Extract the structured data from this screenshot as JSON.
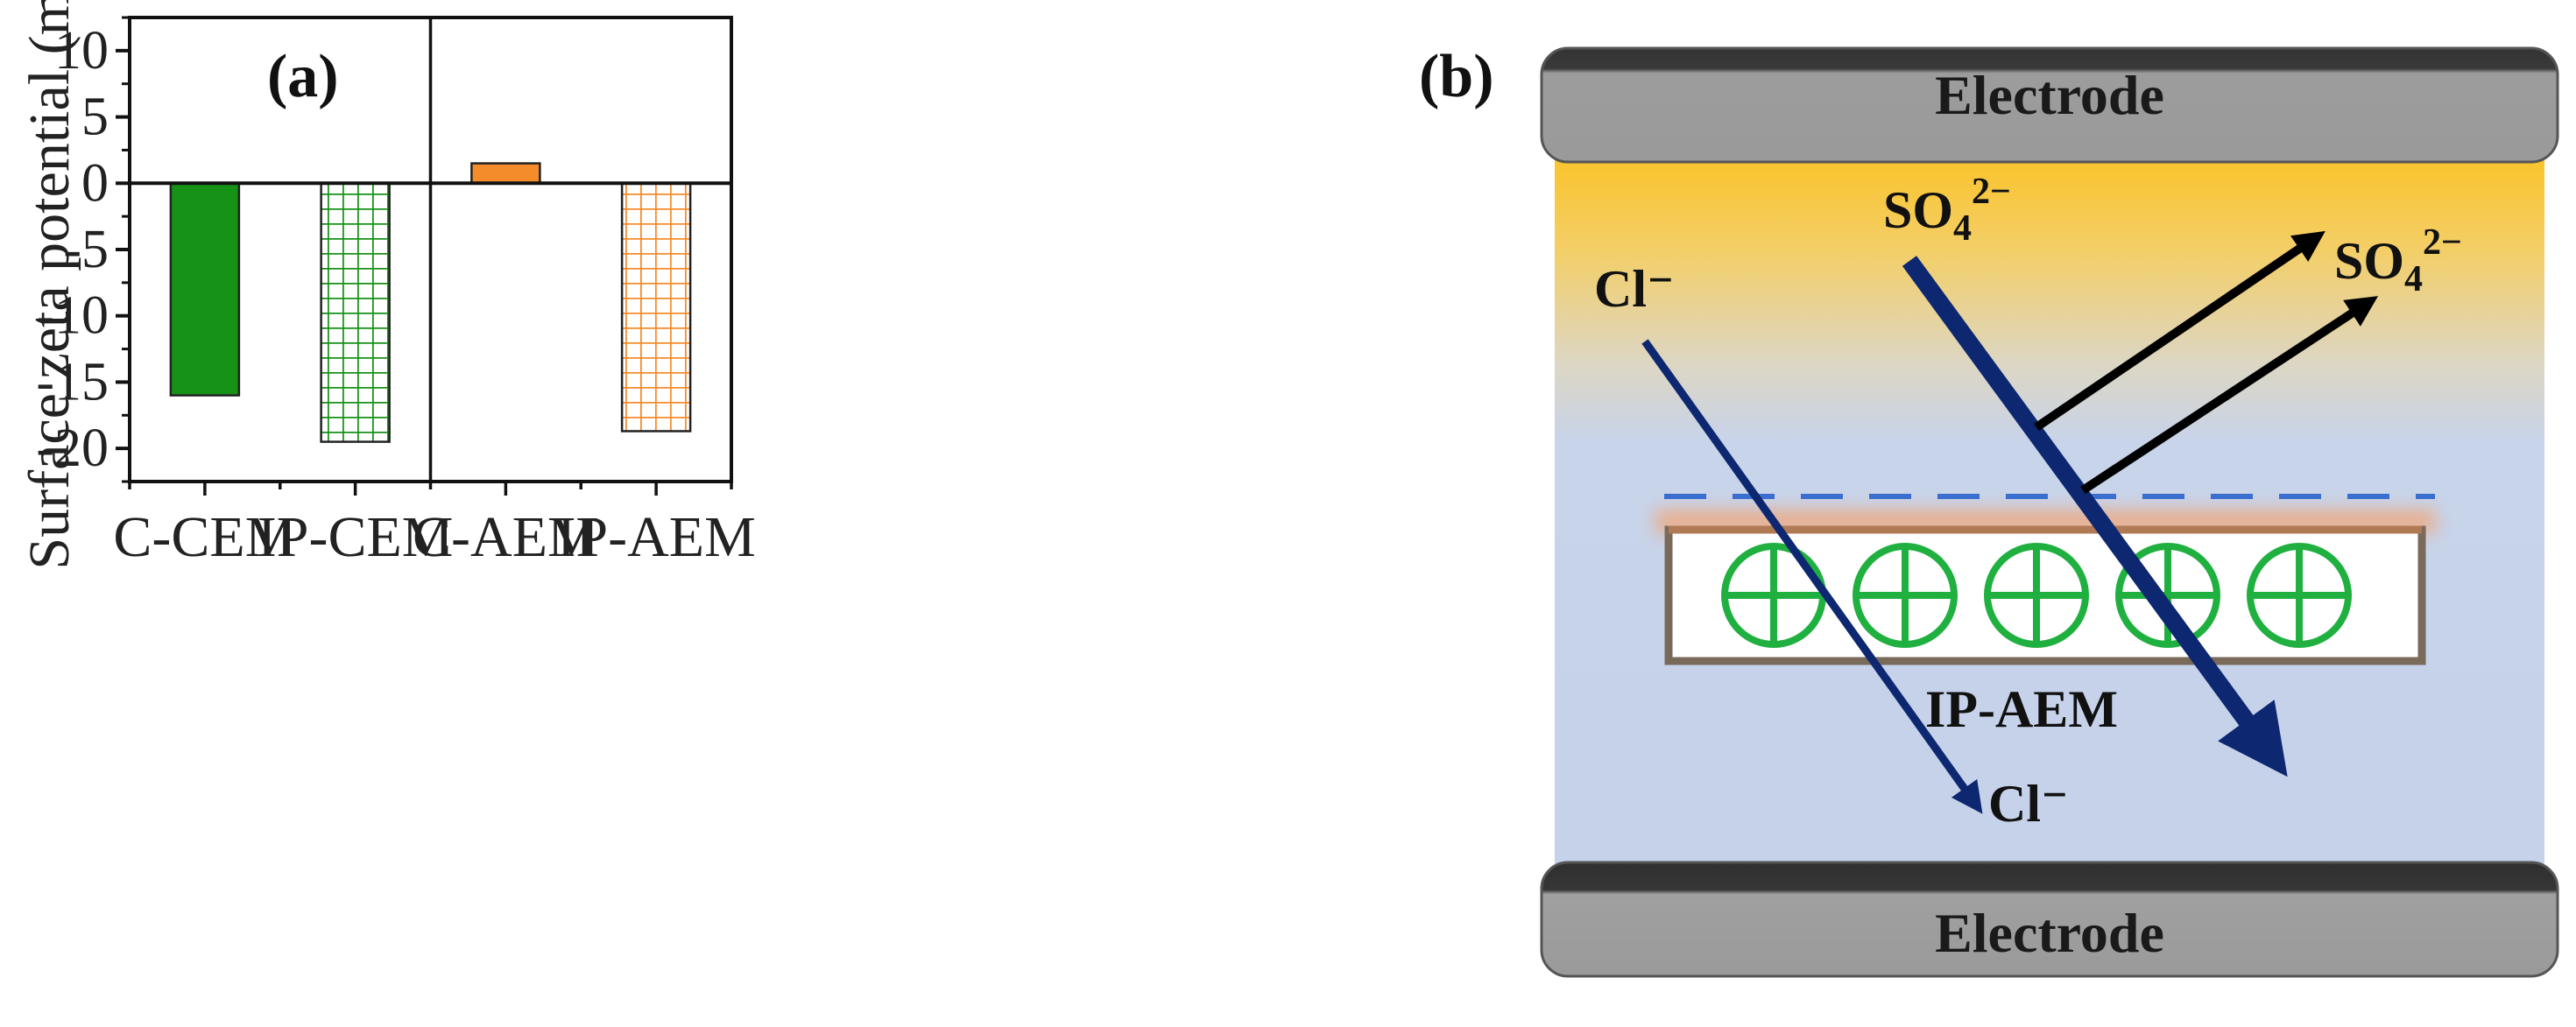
{
  "chart_data": {
    "type": "bar",
    "panel_label": "(a)",
    "categories": [
      "C-CEM",
      "IP-CEM",
      "C-AEM",
      "IP-AEM"
    ],
    "values": [
      -16,
      -19.5,
      1.5,
      -18.7
    ],
    "ylabel": "Surface zeta potential (mV)",
    "ylim": [
      -22.5,
      12.5
    ],
    "yticks": [
      10,
      5,
      0,
      -5,
      -10,
      -15,
      -20
    ],
    "ytick_labels": [
      "10",
      "5",
      "0",
      "-5",
      "-10",
      "-15",
      "-20"
    ],
    "grid": false,
    "divider_between": [
      "IP-CEM",
      "C-AEM"
    ],
    "bar_colors": [
      "#169216",
      "#169216",
      "#f58c2c",
      "#f58c2c"
    ],
    "bar_patterns": [
      "solid",
      "grid",
      "solid",
      "grid"
    ]
  },
  "diagram": {
    "panel_label": "(b)",
    "electrode_top": "Electrode",
    "electrode_bottom": "Electrode",
    "membrane_label": "IP-AEM",
    "ion_sulfate_in": "SO",
    "ion_sulfate_out": "SO",
    "sulfate_sub": "4",
    "sulfate_sup": "2−",
    "ion_chloride_in": "Cl⁻",
    "ion_chloride_out": "Cl⁻",
    "charge_symbols": [
      "+",
      "+",
      "+",
      "+",
      "+"
    ],
    "colors": {
      "electrode": "#9a9a9a",
      "solution_top": "#fbbe1e",
      "solution_bottom": "#c8d4ea",
      "arrow_ion": "#0d2770",
      "arrow_reflect": "#000000",
      "charge": "#20b040",
      "dashed_line": "#3a6fd0"
    }
  }
}
